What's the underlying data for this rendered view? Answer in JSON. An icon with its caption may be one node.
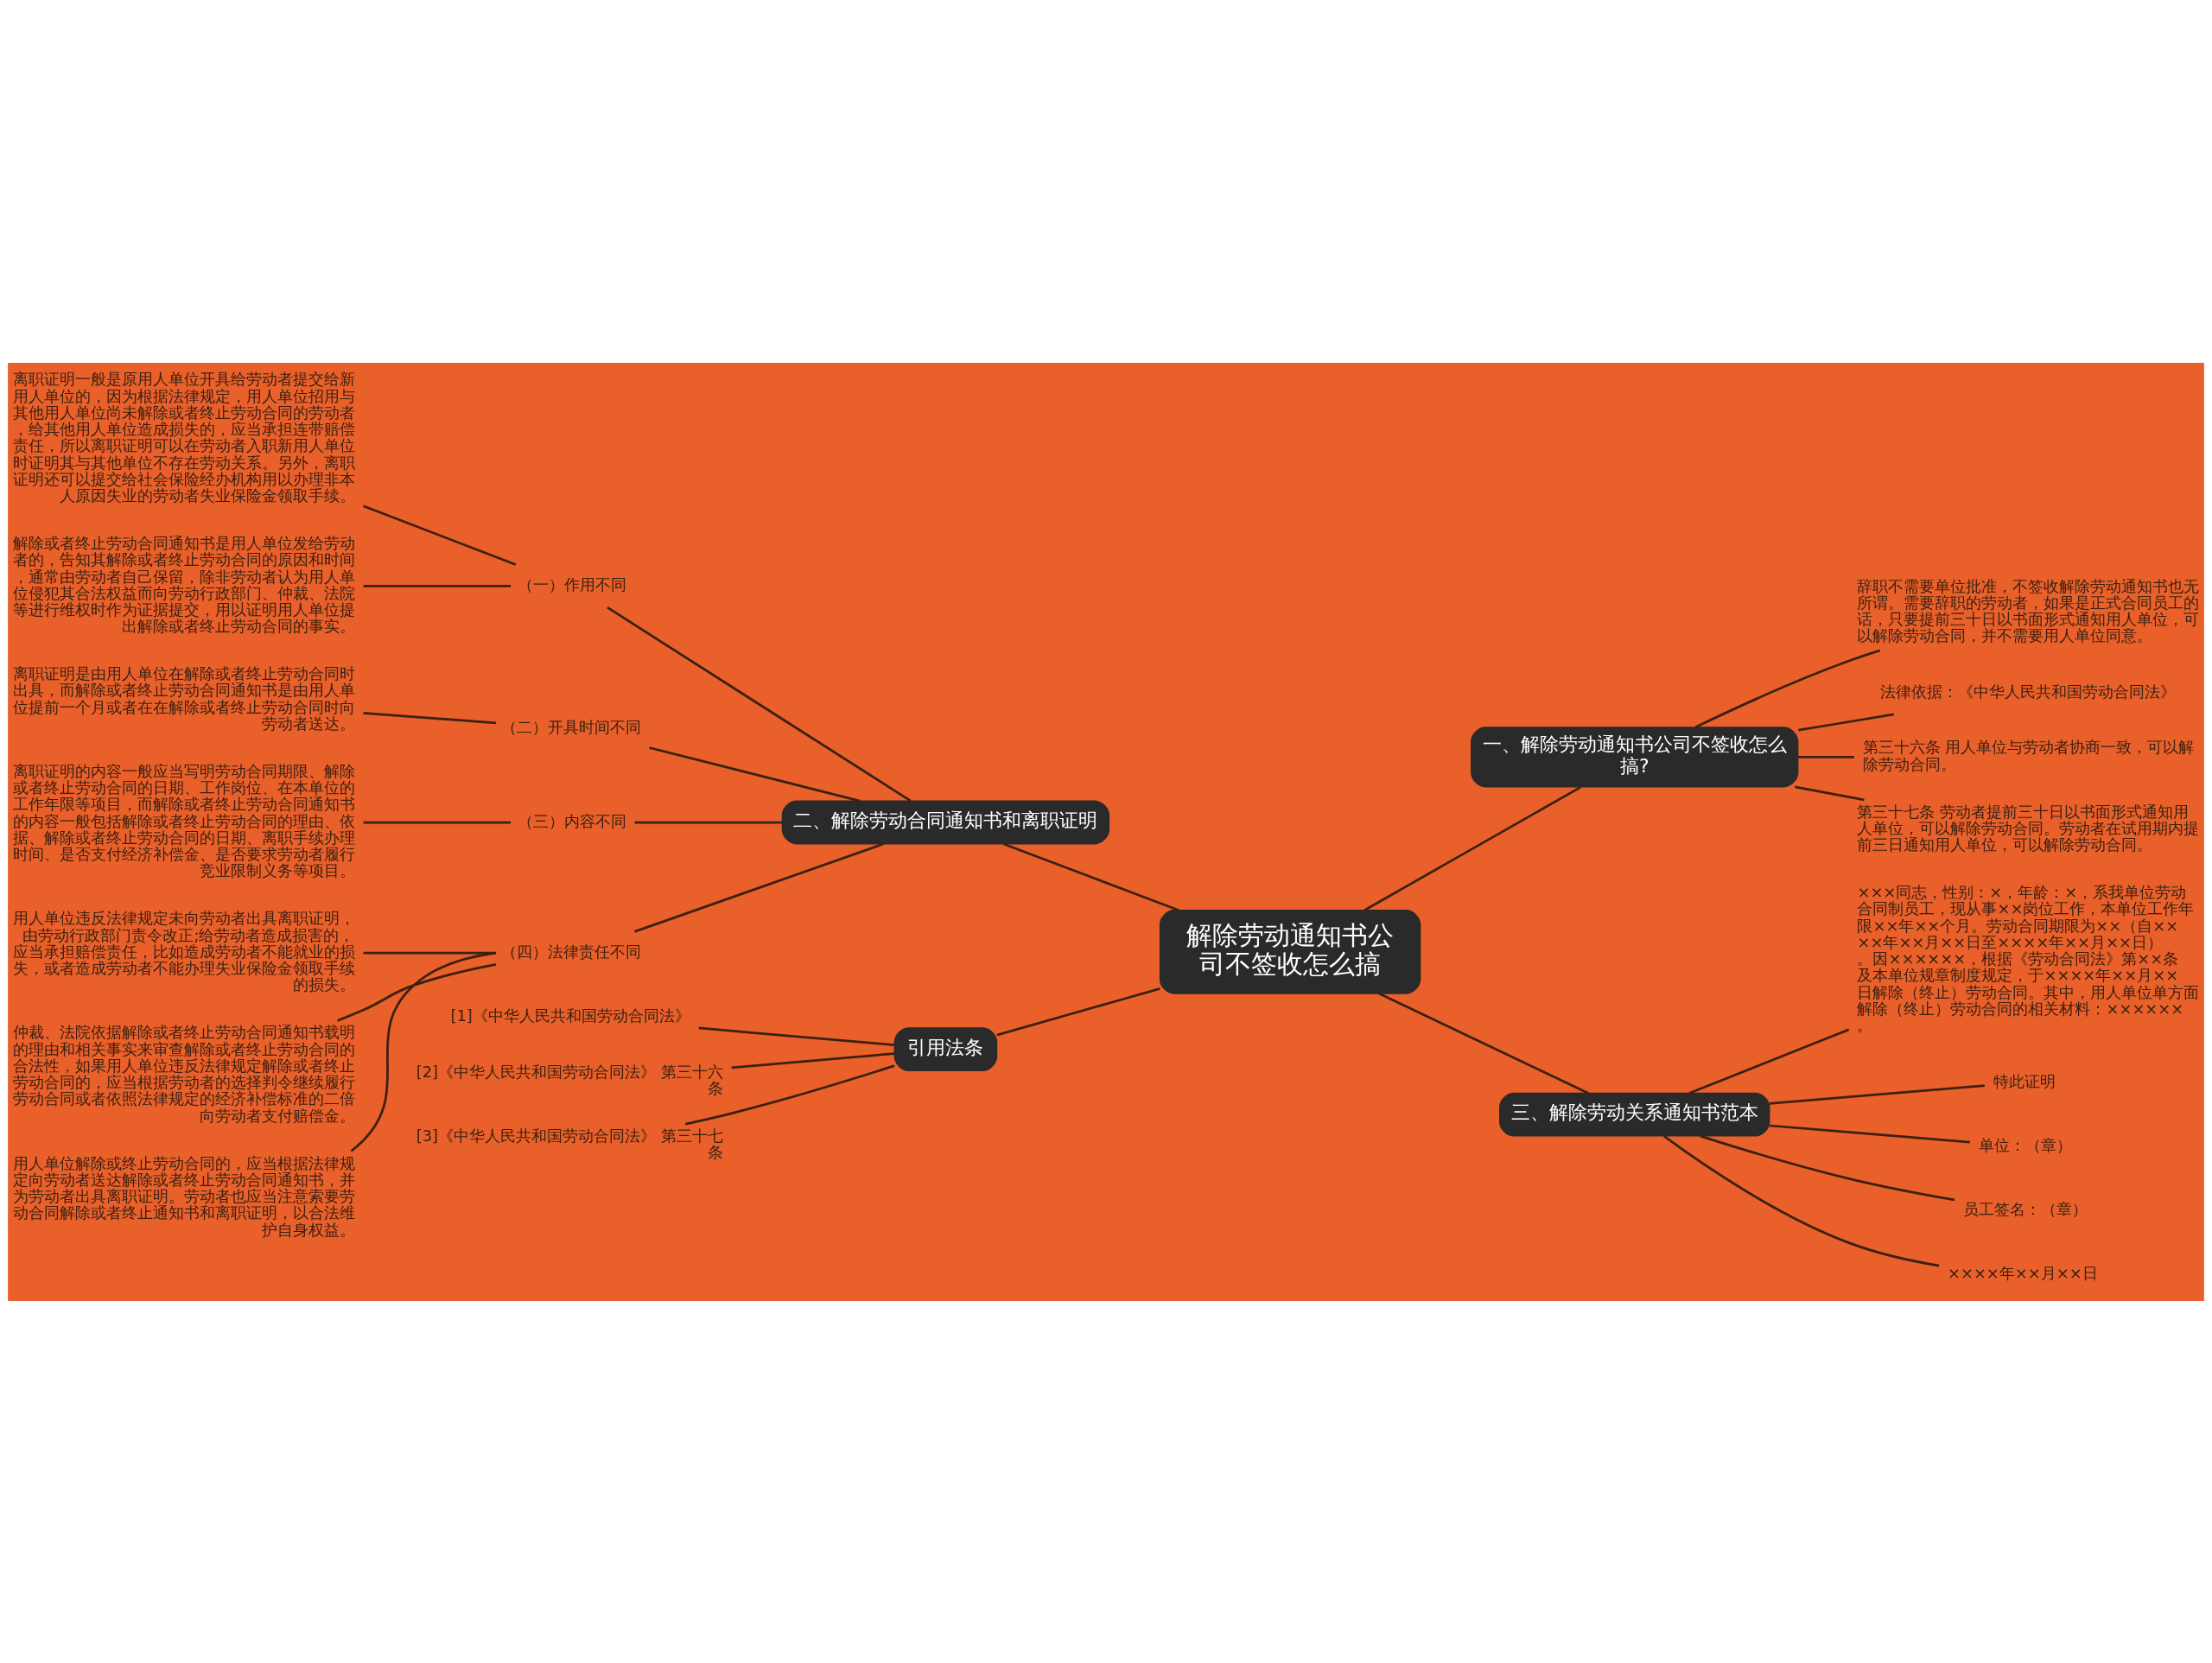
{
  "diagram": {
    "nodes": [
      {
        "text": [
          "解除劳动通知书公司不签收怎么搞"
        ]
      },
      {
        "text": [
          "二、解除劳动合同通知书和离职证明"
        ]
      },
      {
        "text": [
          "（一）作用不同"
        ]
      },
      {
        "text": [
          "离职证明一般是原用人单位开具给劳动者提交给新用人单位的，因为根据法律规定，用人单位招用与其他用人单位尚未解除或者终止劳动合同的劳动者，给其他用人单位造成损失的，应当承担连带赔偿责任，所以离职证明可以在劳动者入职新用人单位时证明其与其他单位不存在劳动关系。另外，离职证明还可以提交给社会保险经办机构用以办理非本人原因失业的劳动者失业保险金领取手续。"
        ]
      },
      {
        "text": [
          "解除或者终止劳动合同通知书是用人单位发给劳动者的，告知其解除或者终止劳动合同的原因和时间，通常由劳动者自己保留，除非劳动者认为用人单位侵犯其合法权益而向劳动行政部门、仲裁、法院等进行维权时作为证据提交，用以证明用人单位提出解除或者终止劳动合同的事实。"
        ]
      },
      {
        "text": [
          "（二）开具时间不同"
        ]
      },
      {
        "text": [
          "离职证明是由用人单位在解除或者终止劳动合同时出具，而解除或者终止劳动合同通知书是由用人单位提前一个月或者在在解除或者终止劳动合同时向劳动者送达。"
        ]
      },
      {
        "text": [
          "（三）内容不同"
        ]
      },
      {
        "text": [
          "离职证明的内容一般应当写明劳动合同期限、解除或者终止劳动合同的日期、工作岗位、在本单位的工作年限等项目，而解除或者终止劳动合同通知书的内容一般包括解除或者终止劳动合同的理由、依据、解除或者终止劳动合同的日期、离职手续办理时间、是否支付经济补偿金、是否要求劳动者履行竞业限制义务等项目。"
        ]
      },
      {
        "text": [
          "（四）法律责任不同"
        ]
      },
      {
        "text": [
          "用人单位违反法律规定未向劳动者出具离职证明，由劳动行政部门责令改正;给劳动者造成损害的，应当承担赔偿责任，比如造成劳动者不能就业的损失，或者造成劳动者不能办理失业保险金领取手续的损失。"
        ]
      },
      {
        "text": [
          "仲裁、法院依据解除或者终止劳动合同通知书载明的理由和相关事实来审查解除或者终止劳动合同的合法性，如果用人单位违反法律规定解除或者终止劳动合同的，应当根据劳动者的选择判令继续履行劳动合同或者依照法律规定的经济补偿标准的二倍向劳动者支付赔偿金。"
        ]
      },
      {
        "text": [
          "用人单位解除或终止劳动合同的，应当根据法律规定向劳动者送达解除或者终止劳动合同通知书，并为劳动者出具离职证明。劳动者也应当注意索要劳动合同解除或者终止通知书和离职证明，以合法维护自身权益。"
        ]
      },
      {
        "text": [
          "引用法条"
        ]
      },
      {
        "text": [
          "[1]《中华人民共和国劳动合同法》"
        ]
      },
      {
        "text": [
          "[2]《中华人民共和国劳动合同法》 第三十六条"
        ]
      },
      {
        "text": [
          "[3]《中华人民共和国劳动合同法》 第三十七条"
        ]
      },
      {
        "text": [
          "一、解除劳动通知书公司不签收怎么搞?"
        ]
      },
      {
        "text": [
          "辞职不需要单位批准，不签收解除劳动通知书也无所谓。需要辞职的劳动者，如果是正式合同员工的话，只要提前三十日以书面形式通知用人单位，可以解除劳动合同，并不需要用人单位同意。"
        ]
      },
      {
        "text": [
          "法律依据：《中华人民共和国劳动合同法》"
        ]
      },
      {
        "text": [
          "第三十六条 用人单位与劳动者协商一致，可以解除劳动合同。"
        ]
      },
      {
        "text": [
          "第三十七条 劳动者提前三十日以书面形式通知用人单位，可以解除劳动合同。劳动者在试用期内提前三日通知用人单位，可以解除劳动合同。"
        ]
      },
      {
        "text": [
          "三、解除劳动关系通知书范本"
        ]
      },
      {
        "text": [
          "×××同志，性别：×，年龄：×，系我单位劳动合同制员工，现从事××岗位工作，本单位工作年限××年××个月。劳动合同期限为××（自××××年××月××日至××××年××月××日）。因××××××，根据《劳动合同法》第××条及本单位规章制度规定，于××××年××月××日解除（终止）劳动合同。其中，用人单位单方面解除（终止）劳动合同的相关材料：××××××。"
        ]
      },
      {
        "text": [
          "特此证明"
        ]
      },
      {
        "text": [
          "单位：（章）"
        ]
      },
      {
        "text": [
          "员工签名：（章）"
        ]
      },
      {
        "text": [
          "××××年××月××日"
        ]
      }
    ],
    "edges": [
      {
        "from": 0,
        "to": 1,
        "arrow": "none"
      },
      {
        "from": 1,
        "to": 2,
        "arrow": "none"
      },
      {
        "from": 2,
        "to": 3,
        "arrow": "none"
      },
      {
        "from": 2,
        "to": 4,
        "arrow": "none"
      },
      {
        "from": 1,
        "to": 5,
        "arrow": "none"
      },
      {
        "from": 5,
        "to": 6,
        "arrow": "none"
      },
      {
        "from": 1,
        "to": 7,
        "arrow": "none"
      },
      {
        "from": 7,
        "to": 8,
        "arrow": "none"
      },
      {
        "from": 1,
        "to": 9,
        "arrow": "none"
      },
      {
        "from": 9,
        "to": 10,
        "arrow": "none"
      },
      {
        "from": 9,
        "to": 11,
        "arrow": "none"
      },
      {
        "from": 9,
        "to": 12,
        "arrow": "none"
      },
      {
        "from": 0,
        "to": 13,
        "arrow": "none"
      },
      {
        "from": 13,
        "to": 14,
        "arrow": "none"
      },
      {
        "from": 13,
        "to": 15,
        "arrow": "none"
      },
      {
        "from": 13,
        "to": 16,
        "arrow": "none"
      },
      {
        "from": 0,
        "to": 17,
        "arrow": "none"
      },
      {
        "from": 17,
        "to": 18,
        "arrow": "none"
      },
      {
        "from": 17,
        "to": 19,
        "arrow": "none"
      },
      {
        "from": 17,
        "to": 20,
        "arrow": "none"
      },
      {
        "from": 17,
        "to": 21,
        "arrow": "none"
      },
      {
        "from": 0,
        "to": 22,
        "arrow": "none"
      },
      {
        "from": 22,
        "to": 23,
        "arrow": "none"
      },
      {
        "from": 22,
        "to": 24,
        "arrow": "none"
      },
      {
        "from": 22,
        "to": 25,
        "arrow": "none"
      },
      {
        "from": 22,
        "to": 26,
        "arrow": "none"
      },
      {
        "from": 22,
        "to": 27,
        "arrow": "none"
      }
    ]
  }
}
